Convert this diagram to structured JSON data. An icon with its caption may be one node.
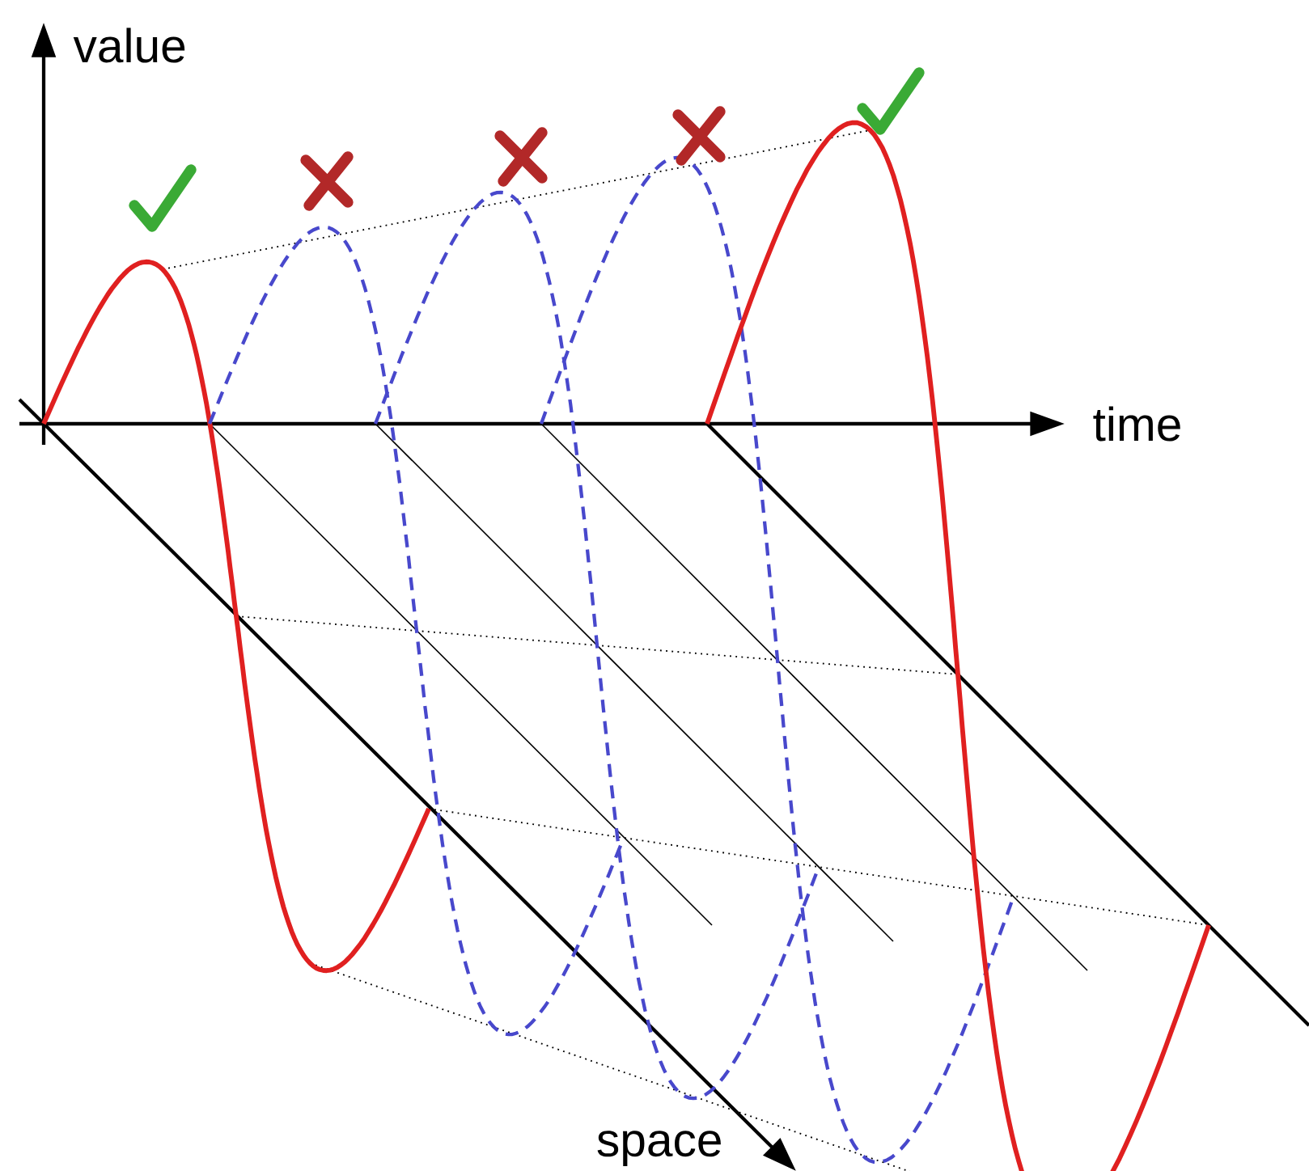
{
  "diagram": {
    "labels": [
      "value",
      "time",
      "space"
    ]
  }
}
